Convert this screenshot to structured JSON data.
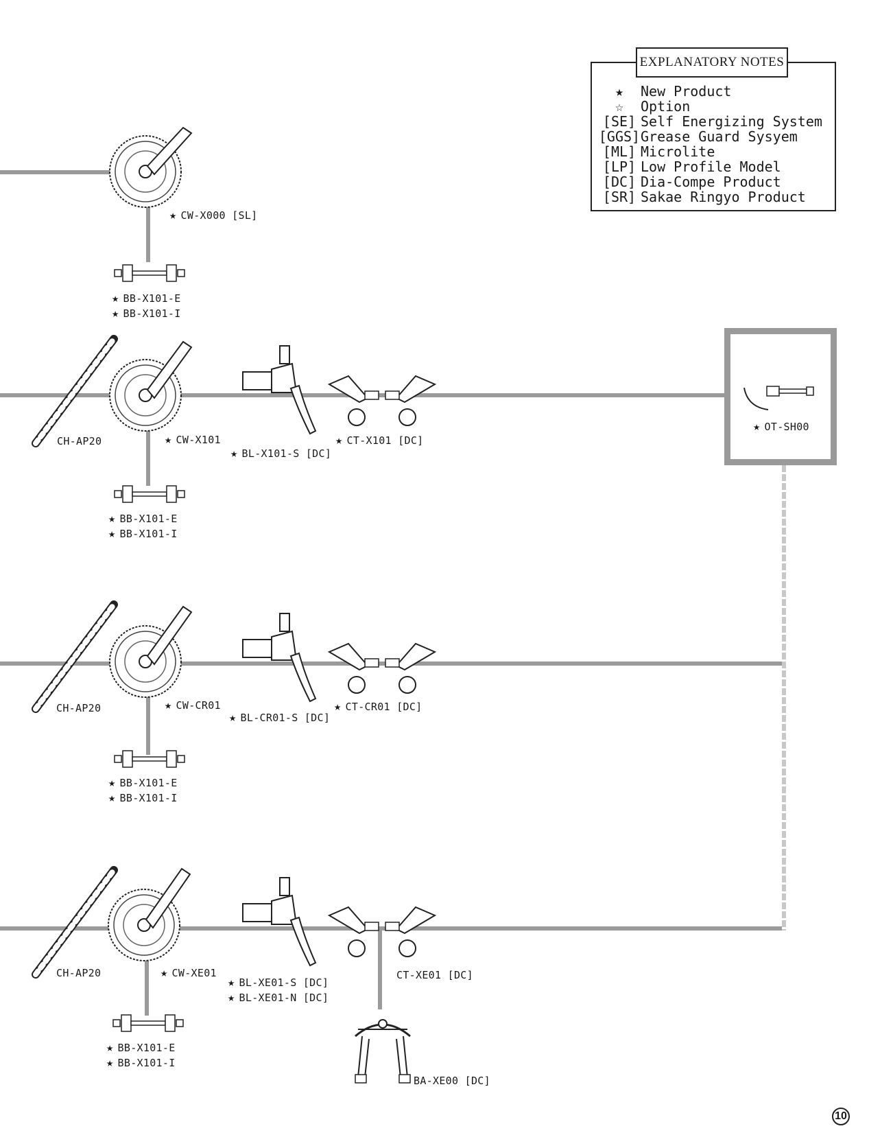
{
  "explanatory_notes": {
    "title": "EXPLANATORY NOTES",
    "items": [
      {
        "symbol": "★",
        "text": "New Product"
      },
      {
        "symbol": "☆",
        "text": "Option"
      },
      {
        "symbol": "[SE]",
        "text": "Self Energizing System"
      },
      {
        "symbol": "[GGS]",
        "text": "Grease Guard Sysyem"
      },
      {
        "symbol": "[ML]",
        "text": "Microlite"
      },
      {
        "symbol": "[LP]",
        "text": "Low Profile Model"
      },
      {
        "symbol": "[DC]",
        "text": "Dia-Compe Product"
      },
      {
        "symbol": "[SR]",
        "text": "Sakae Ringyo Product"
      }
    ]
  },
  "row1": {
    "crank": "CW-X000 [SL]",
    "bb_e": "BB-X101-E",
    "bb_i": "BB-X101-I"
  },
  "row2": {
    "chain": "CH-AP20",
    "crank": "CW-X101",
    "lever": "BL-X101-S [DC]",
    "cantilever": "CT-X101 [DC]",
    "bb_e": "BB-X101-E",
    "bb_i": "BB-X101-I",
    "option_part": "OT-SH00"
  },
  "row3": {
    "chain": "CH-AP20",
    "crank": "CW-CR01",
    "lever": "BL-CR01-S [DC]",
    "cantilever": "CT-CR01 [DC]",
    "bb_e": "BB-X101-E",
    "bb_i": "BB-X101-I"
  },
  "row4": {
    "chain": "CH-AP20",
    "crank": "CW-XE01",
    "lever_s": "BL-XE01-S [DC]",
    "lever_n": "BL-XE01-N [DC]",
    "cantilever": "CT-XE01 [DC]",
    "brake_arch": "BA-XE00 [DC]",
    "bb_e": "BB-X101-E",
    "bb_i": "BB-X101-I"
  },
  "page_number": "10",
  "star_symbol": "★"
}
